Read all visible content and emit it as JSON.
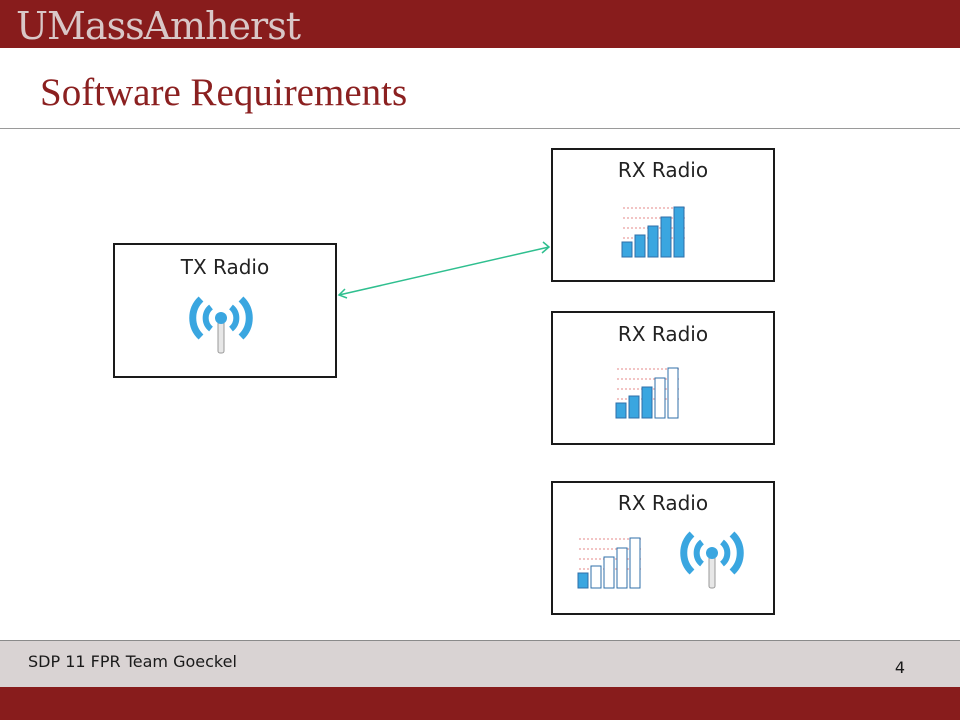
{
  "header": {
    "logo_text": "UMassAmherst"
  },
  "slide": {
    "title": "Software Requirements"
  },
  "diagram": {
    "tx": {
      "label": "TX Radio",
      "icon": "wireless-antenna-icon"
    },
    "rx": [
      {
        "label": "RX Radio",
        "icon": "signal-strength-icon",
        "signal_bars_filled": 5,
        "signal_bars_total": 5
      },
      {
        "label": "RX Radio",
        "icon": "signal-strength-icon",
        "signal_bars_filled": 3,
        "signal_bars_total": 5
      },
      {
        "label": "RX Radio",
        "icon": "signal-strength-icon",
        "signal_bars_filled": 1,
        "signal_bars_total": 5,
        "secondary_icon": "wireless-antenna-icon"
      }
    ],
    "link": {
      "from": "tx",
      "to": "rx.0",
      "style": "double-arrow",
      "color": "#2fbf8f"
    }
  },
  "footer": {
    "text": "SDP 11 FPR Team Goeckel",
    "page_number": "4"
  },
  "colors": {
    "brand": "#881c1c",
    "title": "#8b2020",
    "footer_bg": "#d9d3d3",
    "icon_blue": "#3aa6e0",
    "icon_outline": "#2f6fa8"
  }
}
